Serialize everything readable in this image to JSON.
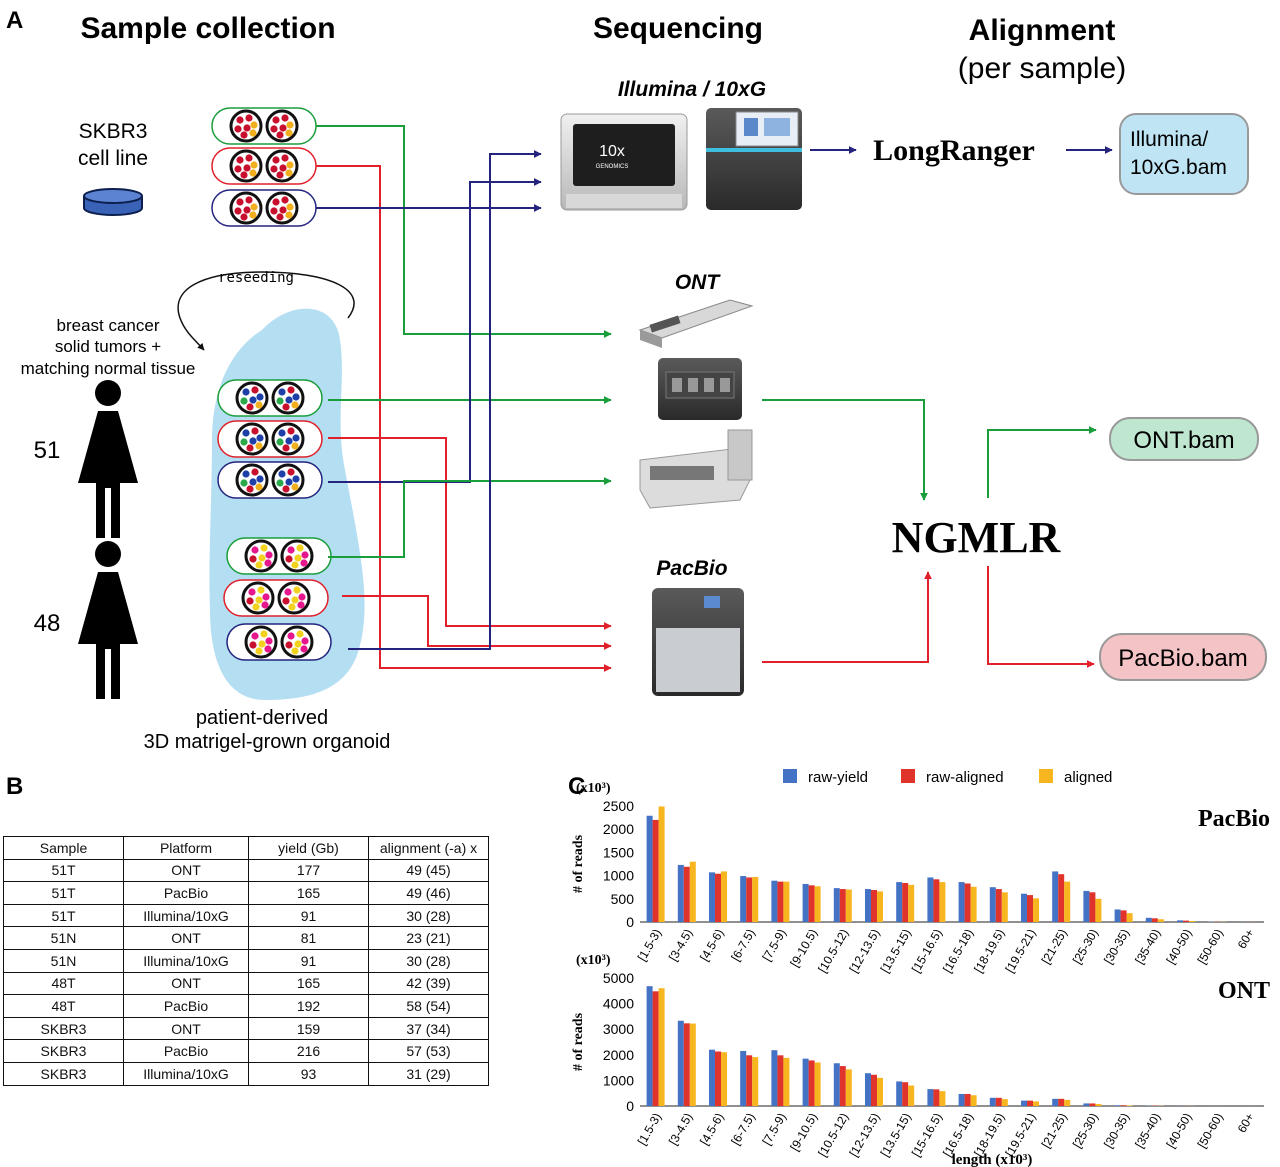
{
  "panel_a": {
    "letter": "A",
    "headers": {
      "sample_collection": "Sample collection",
      "sequencing": "Sequencing",
      "alignment": "Alignment",
      "alignment_sub": "(per sample)"
    },
    "cell_line": [
      "SKBR3",
      "cell line"
    ],
    "tumor_label": [
      "breast cancer",
      "solid tumors +",
      "matching normal tissue"
    ],
    "reseeding": "reseeding",
    "patients": [
      "51",
      "48"
    ],
    "organoid_label": [
      "patient-derived",
      "3D matrigel-grown organoid"
    ],
    "platforms": {
      "illumina": "Illumina / 10xG",
      "ont": "ONT",
      "pacbio": "PacBio"
    },
    "device_text": {
      "tenx": "10x",
      "genomics": "GENOMICS"
    },
    "aligners": {
      "longranger": "LongRanger",
      "ngmlr": "NGMLR"
    },
    "outputs": {
      "illumina": [
        "Illumina/",
        "10xG.bam"
      ],
      "ont": "ONT.bam",
      "pacbio": "PacBio.bam"
    },
    "colors": {
      "green": "#1a9e3c",
      "red": "#e0202a",
      "blue": "#24247e",
      "organoid": "#b4def2",
      "illumina_box": "#bfe4f4",
      "ont_box": "#bfe7cf",
      "pacbio_box": "#f4c3c6"
    }
  },
  "panel_b": {
    "letter": "B",
    "headers": [
      "Sample",
      "Platform",
      "yield (Gb)",
      "alignment (-a) x"
    ],
    "rows": [
      [
        "51T",
        "ONT",
        "177",
        "49 (45)"
      ],
      [
        "51T",
        "PacBio",
        "165",
        "49 (46)"
      ],
      [
        "51T",
        "Illumina/10xG",
        "91",
        "30 (28)"
      ],
      [
        "51N",
        "ONT",
        "81",
        "23 (21)"
      ],
      [
        "51N",
        "Illumina/10xG",
        "91",
        "30 (28)"
      ],
      [
        "48T",
        "ONT",
        "165",
        "42 (39)"
      ],
      [
        "48T",
        "PacBio",
        "192",
        "58 (54)"
      ],
      [
        "SKBR3",
        "ONT",
        "159",
        "37  (34)"
      ],
      [
        "SKBR3",
        "PacBio",
        "216",
        "57 (53)"
      ],
      [
        "SKBR3",
        "Illumina/10xG",
        "93",
        "31 (29)"
      ]
    ]
  },
  "panel_c": {
    "letter": "C",
    "legend": [
      "raw-yield",
      "raw-aligned",
      "aligned"
    ],
    "colors": [
      "#4472c4",
      "#e0332b",
      "#f7b520"
    ]
  },
  "chart_data": [
    {
      "type": "bar",
      "title": "PacBio",
      "ylabel": "# of reads",
      "yunit": "(x10³)",
      "xlabel": "",
      "ylim": [
        0,
        2500
      ],
      "yticks": [
        0,
        500,
        1000,
        1500,
        2000,
        2500
      ],
      "grid": false,
      "legend": "top",
      "categories": [
        "[1.5-3)",
        "[3-4.5)",
        "[4.5-6)",
        "[6-7.5)",
        "[7.5-9)",
        "[9-10.5)",
        "[10.5-12)",
        "[12-13.5)",
        "[13.5-15)",
        "[15-16.5)",
        "[16.5-18)",
        "[18-19.5)",
        "[19.5-21)",
        "[21-25)",
        "[25-30)",
        "[30-35)",
        "[35-40)",
        "[40-50)",
        "[50-60)",
        "60+"
      ],
      "series": [
        {
          "name": "raw-yield",
          "values": [
            2290,
            1230,
            1070,
            990,
            890,
            820,
            730,
            710,
            860,
            960,
            860,
            750,
            610,
            1090,
            670,
            270,
            90,
            35,
            8,
            3
          ]
        },
        {
          "name": "raw-aligned",
          "values": [
            2200,
            1190,
            1040,
            960,
            870,
            790,
            710,
            690,
            840,
            920,
            830,
            710,
            580,
            1030,
            640,
            250,
            80,
            30,
            6,
            2
          ]
        },
        {
          "name": "aligned",
          "values": [
            2490,
            1300,
            1090,
            970,
            870,
            770,
            700,
            660,
            800,
            860,
            760,
            640,
            510,
            870,
            500,
            190,
            60,
            22,
            4,
            1
          ]
        }
      ]
    },
    {
      "type": "bar",
      "title": "ONT",
      "ylabel": "# of reads",
      "yunit": "(x10³)",
      "xlabel": "length (x10³)",
      "ylim": [
        0,
        5000
      ],
      "yticks": [
        0,
        1000,
        2000,
        3000,
        4000,
        5000
      ],
      "grid": false,
      "legend": "top",
      "categories": [
        "[1.5-3)",
        "[3-4.5)",
        "[4.5-6)",
        "[6-7.5)",
        "[7.5-9)",
        "[9-10.5)",
        "[10.5-12)",
        "[12-13.5)",
        "[13.5-15)",
        "[15-16.5)",
        "[16.5-18)",
        "[18-19.5)",
        "[19.5-21)",
        "[21-25)",
        "[25-30)",
        "[30-35)",
        "[35-40)",
        "[40-50)",
        "[50-60)",
        "60+"
      ],
      "series": [
        {
          "name": "raw-yield",
          "values": [
            4680,
            3330,
            2200,
            2150,
            2180,
            1850,
            1670,
            1280,
            960,
            660,
            470,
            320,
            210,
            280,
            100,
            30,
            12,
            5,
            2,
            1
          ]
        },
        {
          "name": "raw-aligned",
          "values": [
            4480,
            3230,
            2130,
            1980,
            1980,
            1780,
            1560,
            1220,
            930,
            650,
            470,
            320,
            210,
            280,
            100,
            30,
            12,
            5,
            2,
            1
          ]
        },
        {
          "name": "aligned",
          "values": [
            4600,
            3220,
            2100,
            1910,
            1880,
            1700,
            1430,
            1100,
            800,
            580,
            420,
            270,
            180,
            240,
            80,
            24,
            9,
            4,
            1,
            1
          ]
        }
      ]
    }
  ]
}
